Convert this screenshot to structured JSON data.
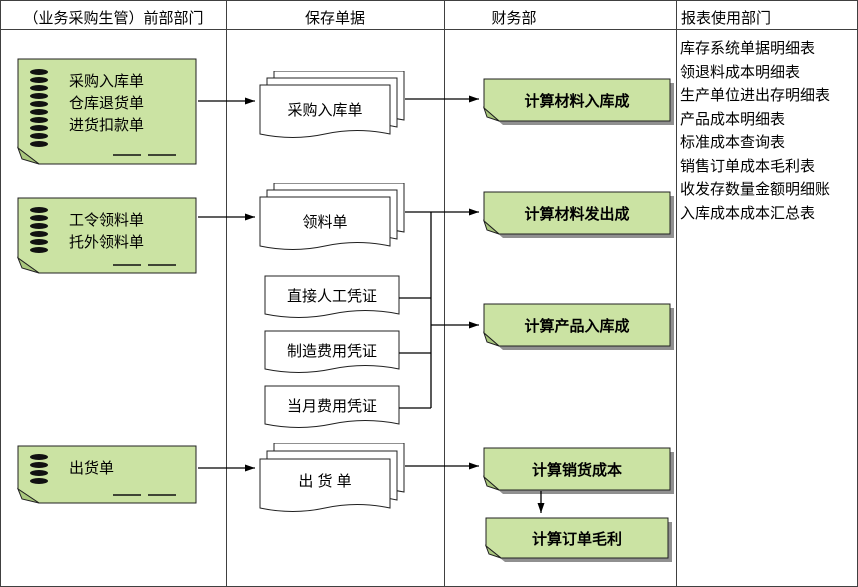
{
  "header": {
    "col1": "（业务采购生管）前部部门",
    "col2": "保存单据",
    "col3": "财务部",
    "col4": "报表使用部门"
  },
  "source_docs": {
    "purchasing": {
      "lines": [
        "采购入库单",
        "仓库退货单",
        "进货扣款单"
      ]
    },
    "production": {
      "lines": [
        "工令领料单",
        "托外领料单"
      ]
    },
    "shipping": {
      "lines": [
        "出货单"
      ]
    }
  },
  "saved_docs": {
    "purchase_receipt": "采购入库单",
    "material_requisition": "领料单",
    "direct_labor_voucher": "直接人工凭证",
    "manufacturing_expense_voucher": "制造费用凭证",
    "monthly_expense_voucher": "当月费用凭证",
    "shipment_doc": "出 货 单"
  },
  "finance_tasks": {
    "material_inbound": "计算材料入库成",
    "material_issue": "计算材料发出成",
    "product_inbound": "计算产品入库成",
    "cogs": "计算销货成本",
    "order_profit": "计算订单毛利"
  },
  "reports": [
    "库存系统单据明细表",
    "领退料成本明细表",
    "生产单位进出存明细表",
    "产品成本明细表",
    "标准成本查询表",
    "销售订单成本毛利表",
    "收发存数量金额明细账",
    "入库成本成本汇总表"
  ],
  "colors": {
    "doc_green": "#cbe3a3",
    "fold_green": "#a9c77d",
    "shadow_gray": "#909090"
  }
}
